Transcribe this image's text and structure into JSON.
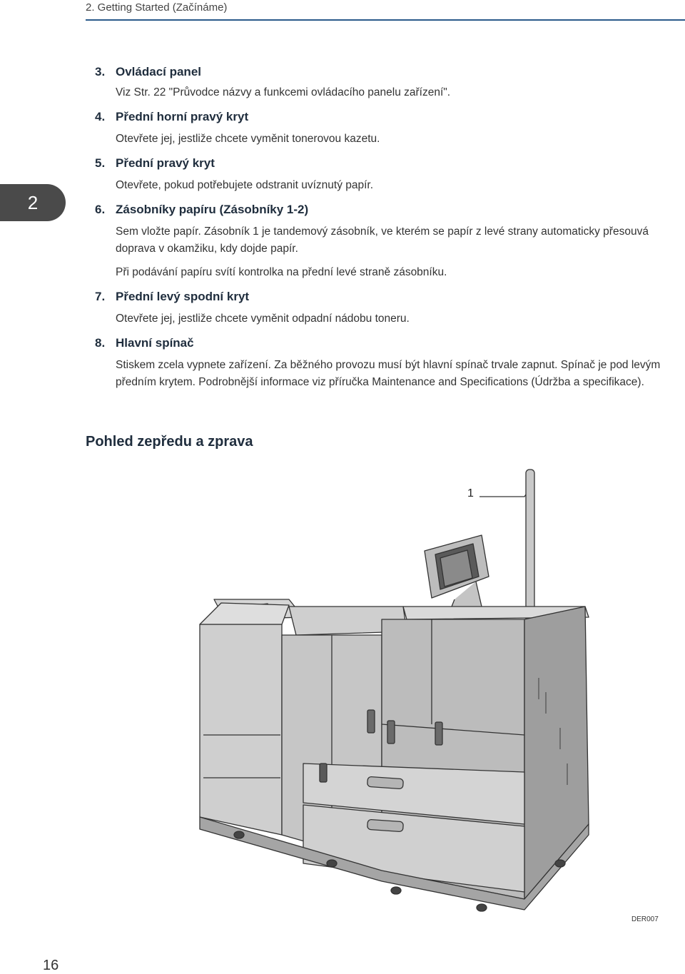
{
  "header": {
    "text": "2. Getting Started (Začínáme)"
  },
  "chapter_tab": {
    "label": "2"
  },
  "items": [
    {
      "num": "3.",
      "title": "Ovládací panel",
      "paragraphs": [
        "Viz Str. 22 \"Průvodce názvy a funkcemi ovládacího panelu zařízení\"."
      ]
    },
    {
      "num": "4.",
      "title": "Přední horní pravý kryt",
      "paragraphs": [
        "Otevřete jej, jestliže chcete vyměnit tonerovou kazetu."
      ]
    },
    {
      "num": "5.",
      "title": "Přední pravý kryt",
      "paragraphs": [
        "Otevřete, pokud potřebujete odstranit uvíznutý papír."
      ]
    },
    {
      "num": "6.",
      "title": "Zásobníky papíru (Zásobníky 1-2)",
      "paragraphs": [
        "Sem vložte papír. Zásobník 1 je tandemový zásobník, ve kterém se papír z levé strany automaticky přesouvá doprava v okamžiku, kdy dojde papír.",
        "Při podávání papíru svítí kontrolka na přední levé straně zásobníku."
      ]
    },
    {
      "num": "7.",
      "title": "Přední levý spodní kryt",
      "paragraphs": [
        "Otevřete jej, jestliže chcete vyměnit odpadní nádobu toneru."
      ]
    },
    {
      "num": "8.",
      "title": "Hlavní spínač",
      "paragraphs": [
        "Stiskem zcela vypnete zařízení. Za běžného provozu musí být hlavní spínač trvale zapnut. Spínač je pod levým předním krytem. Podrobnější informace viz příručka Maintenance and Specifications (Údržba a specifikace)."
      ]
    }
  ],
  "section_title": "Pohled zepředu a zprava",
  "figure": {
    "callout": "1",
    "code": "DER007"
  },
  "page_number": "16"
}
